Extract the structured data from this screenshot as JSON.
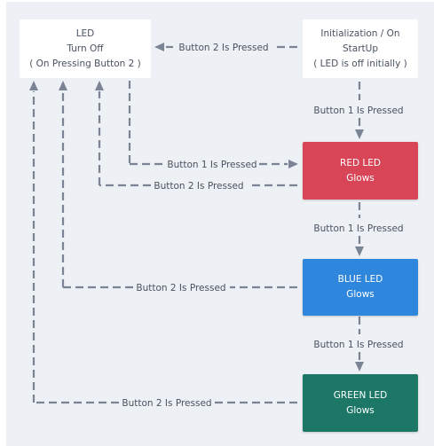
{
  "colors": {
    "background": "#edf0f4",
    "red": "#d84556",
    "blue": "#2f86dd",
    "green": "#1d7766",
    "edge": "#7b8494"
  },
  "nodes": {
    "led_off": {
      "line1": "LED",
      "line2": "Turn Off",
      "line3": "( On Pressing Button 2 )"
    },
    "init": {
      "line1": "Initialization / On",
      "line2": "StartUp",
      "line3": "( LED is off initially )"
    },
    "red": {
      "line1": "RED LED",
      "line2": "Glows"
    },
    "blue": {
      "line1": "BLUE LED",
      "line2": "Glows"
    },
    "green": {
      "line1": "GREEN LED",
      "line2": "Glows"
    }
  },
  "edges": {
    "init_to_off": "Button 2 Is Pressed",
    "init_to_red": "Button 1 Is Pressed",
    "off_to_red": "Button 1 Is Pressed",
    "red_to_off": "Button 2 Is Pressed",
    "red_to_blue": "Button 1 Is Pressed",
    "blue_to_off": "Button 2 Is Pressed",
    "blue_to_green": "Button 1 Is Pressed",
    "green_to_off": "Button 2 Is Pressed"
  }
}
